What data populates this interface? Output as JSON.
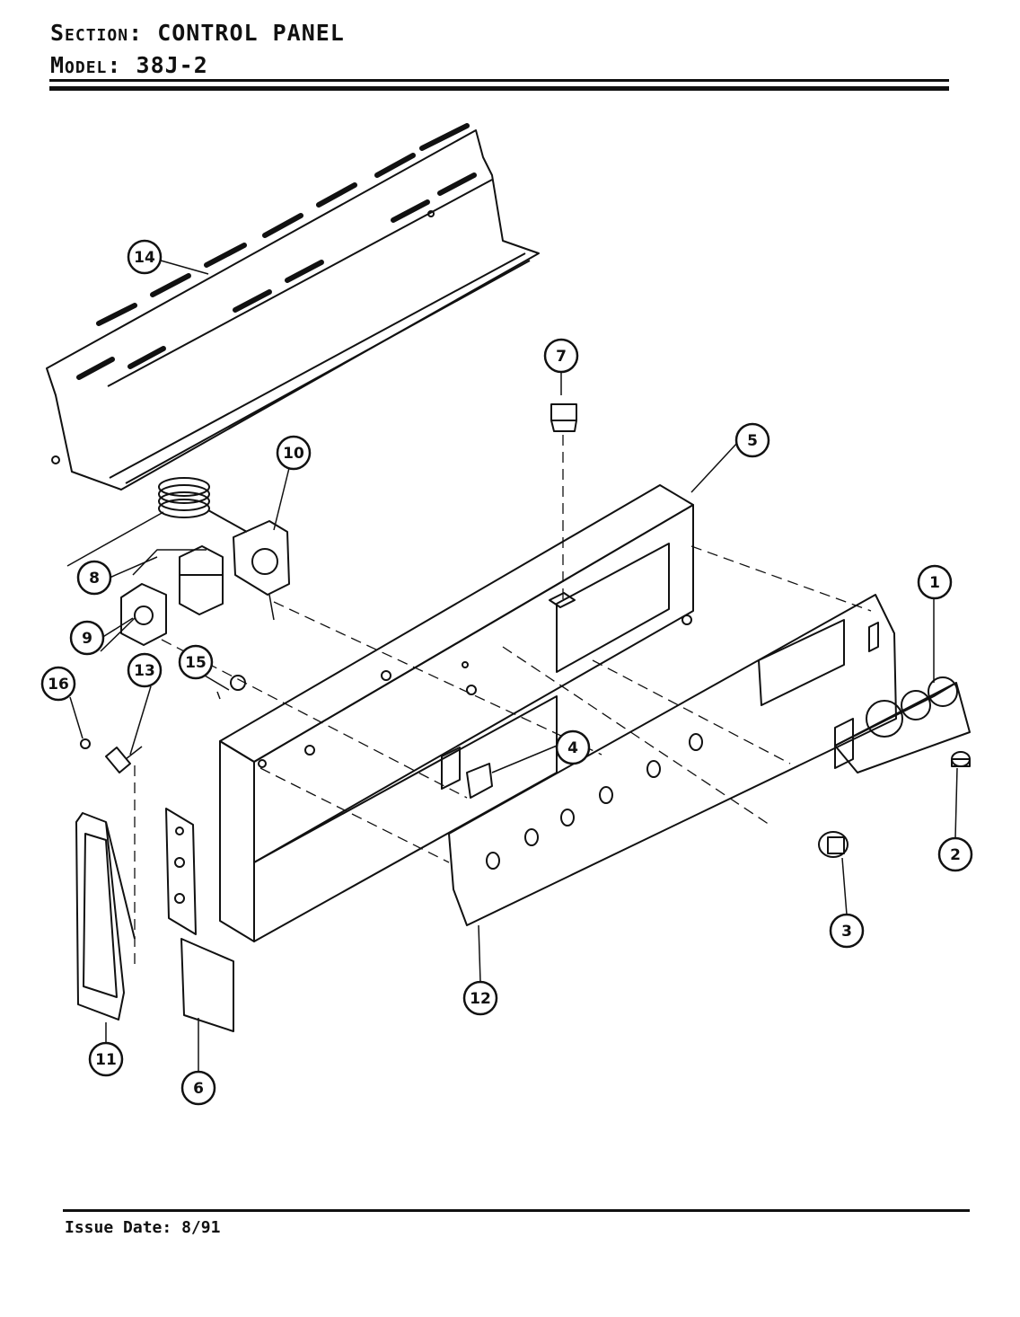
{
  "header": {
    "section_label": "Section:",
    "section_value": "CONTROL PANEL",
    "model_label": "Model:",
    "model_value": "38J-2"
  },
  "footer": {
    "issue_label": "Issue Date:",
    "issue_value": "8/91"
  },
  "callouts": [
    "1",
    "2",
    "3",
    "4",
    "5",
    "6",
    "7",
    "8",
    "9",
    "10",
    "11",
    "12",
    "13",
    "14",
    "15",
    "16"
  ]
}
